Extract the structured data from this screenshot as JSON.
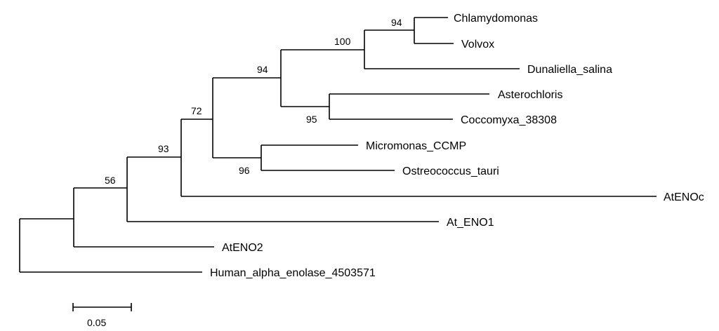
{
  "tree": {
    "taxa": {
      "chlamydomonas": "Chlamydomonas",
      "volvox": "Volvox",
      "dunaliella": "Dunaliella_salina",
      "asterochloris": "Asterochloris",
      "coccomyxa": "Coccomyxa_38308",
      "micromonas": "Micromonas_CCMP",
      "ostreococcus": "Ostreococcus_tauri",
      "ateno_c": "AtENOc",
      "at_eno1": "At_ENO1",
      "ateno2": "AtENO2",
      "human": "Human_alpha_enolase_4503571"
    },
    "bootstrap": {
      "chlamy_volvox": "94",
      "volvocales": "100",
      "core_chlorophyta": "94",
      "trebouxiophyceae": "95",
      "prasinophytes": "96",
      "chlorophyta": "72",
      "with_atenoc": "93",
      "with_ateno1": "56"
    },
    "scale_bar": "0.05"
  }
}
